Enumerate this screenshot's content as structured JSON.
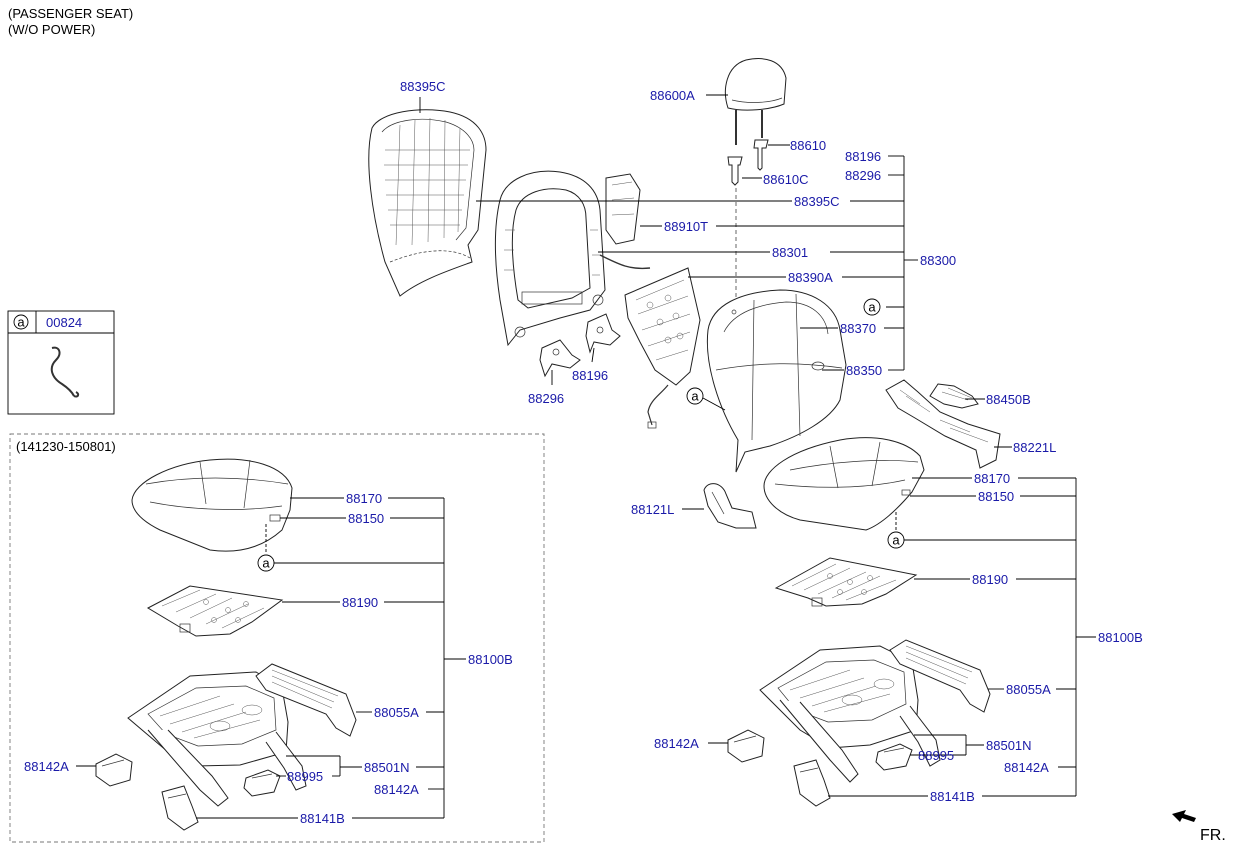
{
  "header": {
    "line1": "(PASSENGER SEAT)",
    "line2": "(W/O POWER)"
  },
  "legend": {
    "symbol": "a",
    "code": "00824"
  },
  "dated_box": {
    "range": "(141230-150801)"
  },
  "callout_symbol": "a",
  "direction": "FR.",
  "labels": {
    "l88395C_top": "88395C",
    "l88600A": "88600A",
    "l88610": "88610",
    "l88610C": "88610C",
    "l88196_r": "88196",
    "l88296_r": "88296",
    "l88395C_r": "88395C",
    "l88910T": "88910T",
    "l88301": "88301",
    "l88300": "88300",
    "l88390A": "88390A",
    "l88370": "88370",
    "l88350": "88350",
    "l88196_b": "88196",
    "l88296_b": "88296",
    "l88450B": "88450B",
    "l88221L": "88221L",
    "l88170_r": "88170",
    "l88150_r": "88150",
    "l88121L": "88121L",
    "l88190_r": "88190",
    "l88100B_r": "88100B",
    "l88055A_r": "88055A",
    "l88142A_r1": "88142A",
    "l88501N_r": "88501N",
    "l88995_r": "88995",
    "l88142A_r2": "88142A",
    "l88141B_r": "88141B",
    "l88170_l": "88170",
    "l88150_l": "88150",
    "l88190_l": "88190",
    "l88100B_l": "88100B",
    "l88055A_l": "88055A",
    "l88142A_l1": "88142A",
    "l88995_l": "88995",
    "l88501N_l": "88501N",
    "l88142A_l2": "88142A",
    "l88141B_l": "88141B"
  },
  "colors": {
    "part_number": "#1a1aa8",
    "line": "#000000"
  }
}
